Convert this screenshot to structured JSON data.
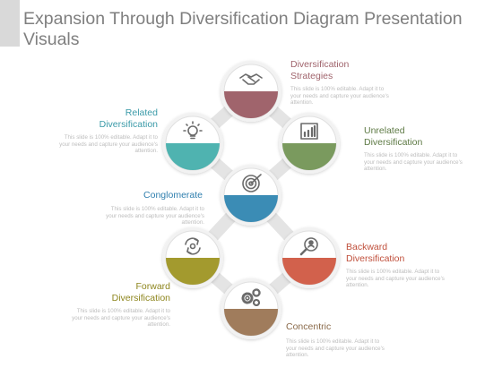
{
  "title": "Expansion Through Diversification Diagram Presentation Visuals",
  "description_text": "This slide is 100% editable. Adapt it to your needs and capture your audience's attention.",
  "nodes": [
    {
      "id": "diversification-strategies",
      "label": "Diversification Strategies",
      "color": "#a0646c",
      "icon": "handshake-icon"
    },
    {
      "id": "related-diversification",
      "label": "Related Diversification",
      "color": "#4fb3b0",
      "icon": "lightbulb-icon"
    },
    {
      "id": "unrelated-diversification",
      "label": "Unrelated Diversification",
      "color": "#7a9a5e",
      "icon": "bar-chart-icon"
    },
    {
      "id": "conglomerate",
      "label": "Conglomerate",
      "color": "#3b8cb5",
      "icon": "target-icon"
    },
    {
      "id": "forward-diversification",
      "label": "Forward Diversification",
      "color": "#a39a2e",
      "icon": "cycle-gear-icon"
    },
    {
      "id": "backward-diversification",
      "label": "Backward Diversification",
      "color": "#d2614c",
      "icon": "magnifier-icon"
    },
    {
      "id": "concentric",
      "label": "Concentric",
      "color": "#a07c5c",
      "icon": "gears-icon"
    }
  ],
  "colors": {
    "title": "#7f7f7f",
    "description": "#bdbdbd",
    "connector": "#e4e4e4",
    "circle_ring": "#e8e8e8",
    "related_label": "#3a9aa8",
    "conglomerate_label": "#2f7fae",
    "forward_label": "#8e861e",
    "strategies_label": "#a0646c",
    "unrelated_label": "#5e7a45",
    "backward_label": "#c0503c",
    "concentric_label": "#8a6a4a"
  }
}
